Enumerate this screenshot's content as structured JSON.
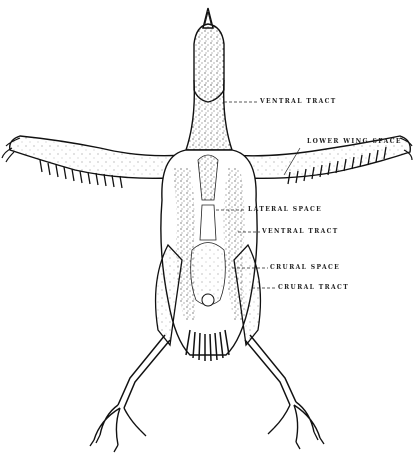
{
  "diagram": {
    "labels": {
      "ventral_tract_neck": "VENTRAL TRACT",
      "lower_wing_space": "LOWER WING SPACE",
      "lateral_space": "LATERAL SPACE",
      "ventral_tract_body": "VENTRAL TRACT",
      "crural_space": "CRURAL SPACE",
      "crural_tract": "CRURAL TRACT"
    }
  }
}
